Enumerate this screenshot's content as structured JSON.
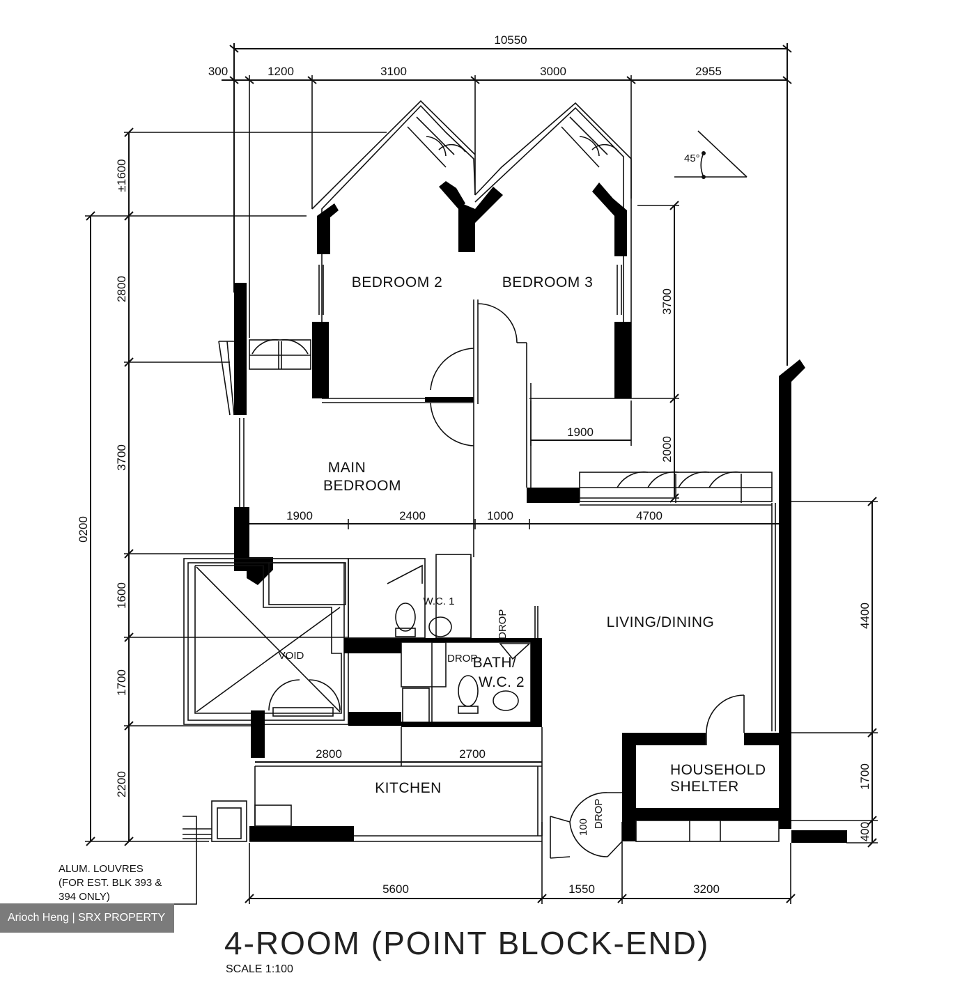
{
  "title": "4-ROOM (POINT BLOCK-END)",
  "scale": "SCALE   1:100",
  "watermark": "Arioch Heng | SRX PROPERTY",
  "rooms": {
    "bedroom2": "BEDROOM 2",
    "bedroom3": "BEDROOM 3",
    "main_bedroom_1": "MAIN",
    "main_bedroom_2": "BEDROOM",
    "living_dining": "LIVING/DINING",
    "void": "VOID",
    "wc1": "W.C. 1",
    "bath_wc2_1": "BATH/",
    "bath_wc2_2": "W.C. 2",
    "kitchen": "KITCHEN",
    "household_shelter_1": "HOUSEHOLD",
    "household_shelter_2": "SHELTER"
  },
  "labels": {
    "drop1": "DROP",
    "drop2": "DROP",
    "drop3": "DROP",
    "drop3_num": "100",
    "angle": "45°",
    "louvres_1": "ALUM. LOUVRES",
    "louvres_2": "(FOR EST. BLK 393 &",
    "louvres_3": "394 ONLY)"
  },
  "dimensions": {
    "top_total": "10550",
    "top": [
      "300",
      "1200",
      "3100",
      "3000",
      "2955"
    ],
    "left": [
      "±1600",
      "2800",
      "3700",
      "1600",
      "1700",
      "2200"
    ],
    "left_total": "0200",
    "right": [
      "3700",
      "2000",
      "4400",
      "1700",
      "400"
    ],
    "inner_1900": "1900",
    "mid": [
      "1900",
      "2400",
      "1000",
      "4700"
    ],
    "kitchen": [
      "2800",
      "2700"
    ],
    "bottom": [
      "5600",
      "1550",
      "3200"
    ]
  }
}
